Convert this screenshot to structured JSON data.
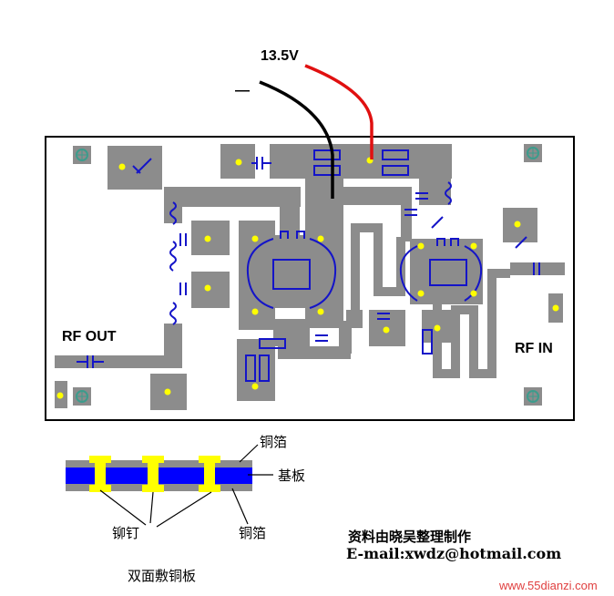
{
  "labels": {
    "voltage": "13.5V",
    "minus": "—",
    "rf_out": "RF  OUT",
    "rf_in": "RF  IN",
    "copper_top": "铜箔",
    "substrate": "基板",
    "rivet": "铆钉",
    "copper_bottom": "铜箔",
    "board_type": "双面敷铜板",
    "credit": "资料由晓吴整理制作",
    "email": "E-mail:xwdz@hotmail.com",
    "watermark": "www.55dianzi.com"
  },
  "colors": {
    "copper": "#8c8c8c",
    "component": "#1414c8",
    "via": "#ffff00",
    "positive_wire": "#e01010",
    "negative_wire": "#000000",
    "substrate": "#0000ff",
    "rivet": "#ffff00",
    "mount_hole": "#3c9c8c"
  },
  "icons": [
    "mount-hole-icon",
    "capacitor-icon",
    "inductor-icon",
    "resistor-icon",
    "transistor-icon"
  ]
}
